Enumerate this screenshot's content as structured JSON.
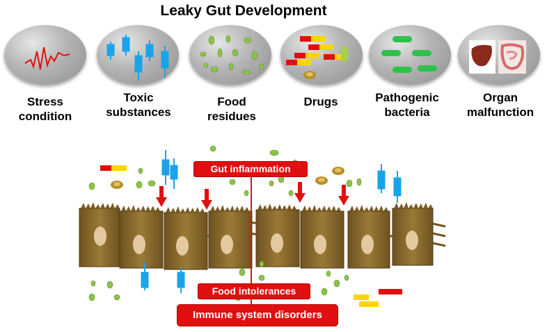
{
  "title": "Leaky Gut Development",
  "factors": [
    {
      "line1": "Stress",
      "line2": "condition",
      "icon": "stress-wave-icon"
    },
    {
      "line1": "Toxic",
      "line2": "substances",
      "icon": "toxin-icon"
    },
    {
      "line1": "Food",
      "line2": "residues",
      "icon": "food-particle-icon"
    },
    {
      "line1": "Drugs",
      "line2": "",
      "icon": "drug-capsule-icon"
    },
    {
      "line1": "Pathogenic",
      "line2": "bacteria",
      "icon": "bacteria-icon"
    },
    {
      "line1": "Organ",
      "line2": "malfunction",
      "icon": "organ-icon"
    }
  ],
  "outcomes": {
    "inflammation": "Gut inflammation",
    "intolerance": "Food intolerances",
    "immune": "Immune system disorders"
  },
  "colors": {
    "accent_red": "#e01010",
    "toxin_blue": "#1aa3e8",
    "food_green": "#8cc34a",
    "cell_brown": "#8b6a2b",
    "nucleus": "#e3c9a0"
  }
}
